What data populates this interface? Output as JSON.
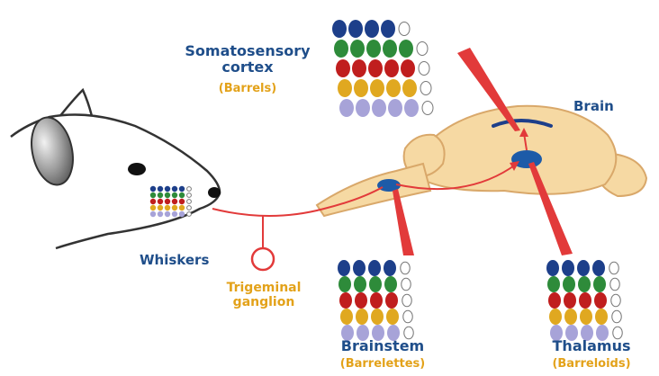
{
  "labels": {
    "cortex_line1": "Somatosensory",
    "cortex_line2": "cortex",
    "cortex_sub": "(Barrels)",
    "brain": "Brain",
    "whiskers": "Whiskers",
    "ganglion_line1": "Trigeminal",
    "ganglion_line2": "ganglion",
    "brainstem": "Brainstem",
    "brainstem_sub": "(Barrelettes)",
    "thalamus": "Thalamus",
    "thalamus_sub": "(Barreloids)"
  },
  "colors": {
    "label_blue": "#1f4e8a",
    "label_orange": "#e3a21a",
    "pathway_red": "#e23a3a",
    "brain_fill": "#f6d9a3",
    "nucleus_blue": "#1d5ba8",
    "whisker_rows": [
      "#1d3f8a",
      "#2e8b3a",
      "#c01e1e",
      "#e0a820",
      "#a7a3d8"
    ]
  }
}
